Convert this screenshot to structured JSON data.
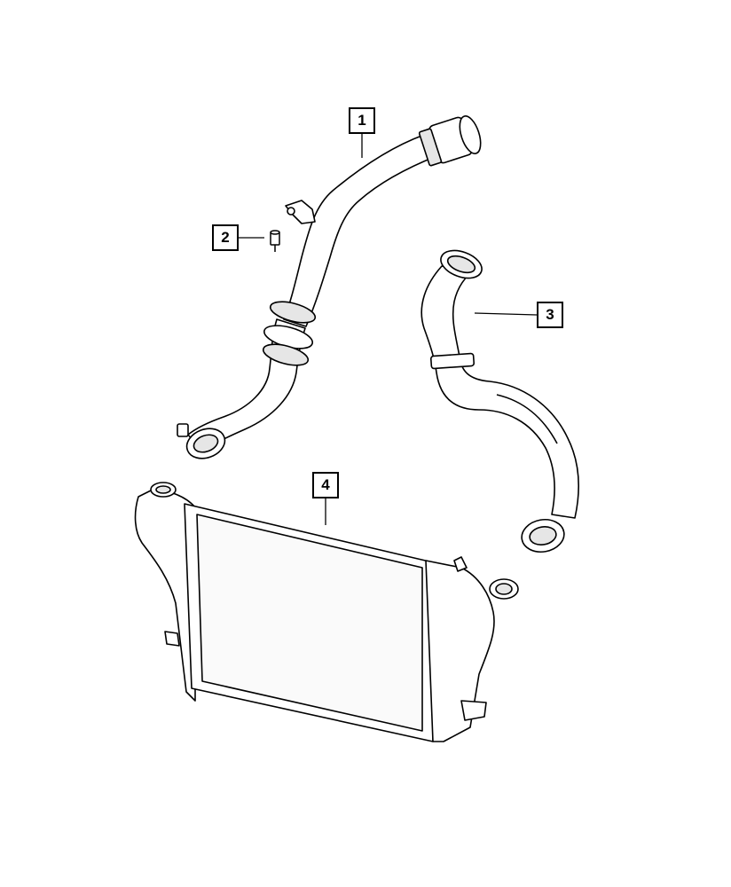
{
  "callouts": [
    {
      "label": "1",
      "part": "charge-air-inlet-hose"
    },
    {
      "label": "2",
      "part": "stud"
    },
    {
      "label": "3",
      "part": "charge-air-outlet-hose"
    },
    {
      "label": "4",
      "part": "charge-air-cooler"
    }
  ],
  "colors": {
    "line": "#000000",
    "fill": "#ffffff",
    "shade": "#e6e6e6"
  }
}
